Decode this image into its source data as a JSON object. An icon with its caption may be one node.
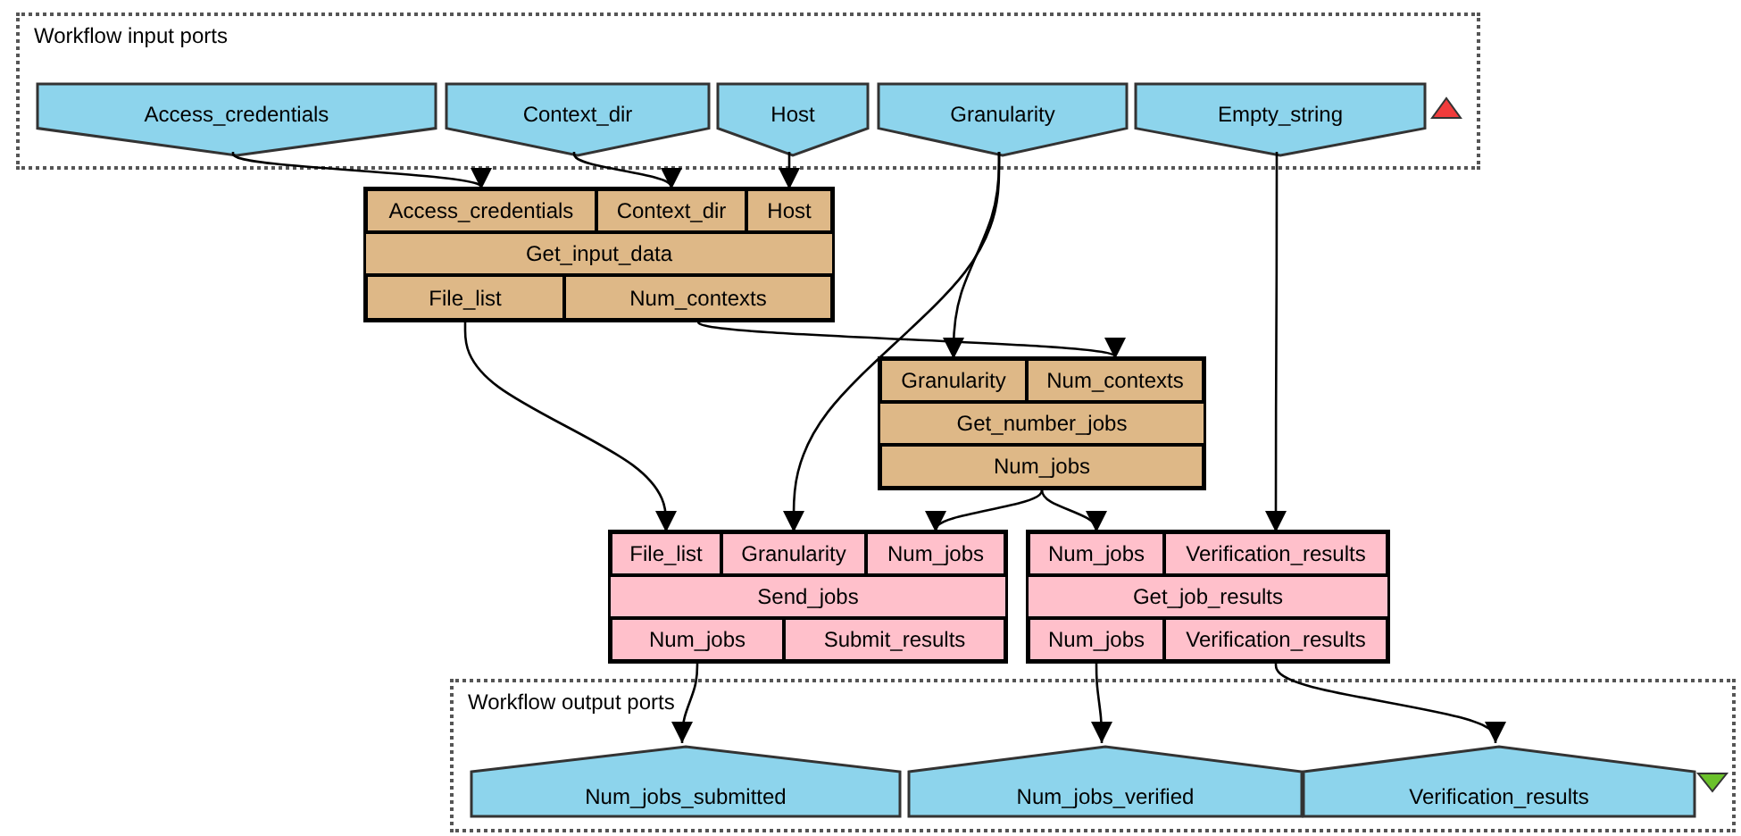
{
  "diagram": {
    "nodes": [
      {
        "text": [
          "Workflow input ports"
        ]
      },
      {
        "text": [
          "Access_credentials"
        ],
        "in": 0
      },
      {
        "text": [
          "Context_dir"
        ],
        "in": 0
      },
      {
        "text": [
          "Host"
        ],
        "in": 0
      },
      {
        "text": [
          "Granularity"
        ],
        "in": 0
      },
      {
        "text": [
          "Empty_string"
        ],
        "in": 0
      },
      {
        "text": [
          "Get_input_data"
        ]
      },
      {
        "text": [
          "Access_credentials"
        ],
        "in": 6
      },
      {
        "text": [
          "Context_dir"
        ],
        "in": 6
      },
      {
        "text": [
          "Host"
        ],
        "in": 6
      },
      {
        "text": [
          "File_list"
        ],
        "in": 6
      },
      {
        "text": [
          "Num_contexts"
        ],
        "in": 6
      },
      {
        "text": [
          "Get_number_jobs"
        ]
      },
      {
        "text": [
          "Granularity"
        ],
        "in": 12
      },
      {
        "text": [
          "Num_contexts"
        ],
        "in": 12
      },
      {
        "text": [
          "Num_jobs"
        ],
        "in": 12
      },
      {
        "text": [
          "Send_jobs"
        ]
      },
      {
        "text": [
          "File_list"
        ],
        "in": 16
      },
      {
        "text": [
          "Granularity"
        ],
        "in": 16
      },
      {
        "text": [
          "Num_jobs"
        ],
        "in": 16
      },
      {
        "text": [
          "Num_jobs"
        ],
        "in": 16
      },
      {
        "text": [
          "Submit_results"
        ],
        "in": 16
      },
      {
        "text": [
          "Get_job_results"
        ]
      },
      {
        "text": [
          "Num_jobs"
        ],
        "in": 22
      },
      {
        "text": [
          "Verification_results"
        ],
        "in": 22
      },
      {
        "text": [
          "Num_jobs"
        ],
        "in": 22
      },
      {
        "text": [
          "Verification_results"
        ],
        "in": 22
      },
      {
        "text": [
          "Workflow output ports"
        ]
      },
      {
        "text": [
          "Num_jobs_submitted"
        ],
        "in": 27
      },
      {
        "text": [
          "Num_jobs_verified"
        ],
        "in": 27
      },
      {
        "text": [
          "Verification_results"
        ],
        "in": 27
      }
    ],
    "edges": [
      {
        "from": 1,
        "to": 7,
        "arrow": "to"
      },
      {
        "from": 2,
        "to": 8,
        "arrow": "to"
      },
      {
        "from": 3,
        "to": 9,
        "arrow": "to"
      },
      {
        "from": 4,
        "to": 13,
        "arrow": "to"
      },
      {
        "from": 4,
        "to": 18,
        "arrow": "to"
      },
      {
        "from": 5,
        "to": 24,
        "arrow": "to"
      },
      {
        "from": 11,
        "to": 14,
        "arrow": "to"
      },
      {
        "from": 10,
        "to": 17,
        "arrow": "to"
      },
      {
        "from": 15,
        "to": 19,
        "arrow": "to"
      },
      {
        "from": 15,
        "to": 23,
        "arrow": "to"
      },
      {
        "from": 20,
        "to": 28,
        "arrow": "to"
      },
      {
        "from": 25,
        "to": 29,
        "arrow": "to"
      },
      {
        "from": 26,
        "to": 30,
        "arrow": "to"
      }
    ]
  }
}
